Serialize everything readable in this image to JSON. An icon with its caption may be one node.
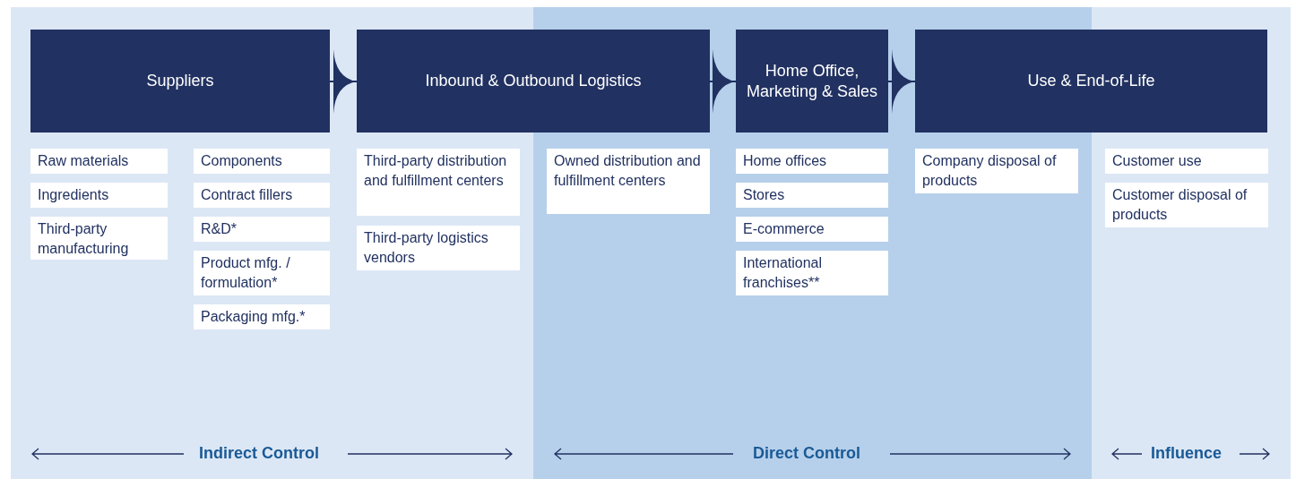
{
  "diagram": {
    "nodes": [
      {
        "text": [
          "Indirect Control"
        ]
      },
      {
        "text": [
          "Direct Control"
        ]
      },
      {
        "text": [
          "Influence"
        ]
      },
      {
        "text": [
          "Suppliers"
        ],
        "in": 0
      },
      {
        "text": [
          "Inbound & Outbound Logistics"
        ]
      },
      {
        "text": [
          "Home Office, Marketing & Sales"
        ],
        "in": 1
      },
      {
        "text": [
          "Use & End-of-Life"
        ]
      },
      {
        "text": [
          "Raw materials"
        ],
        "in": 0
      },
      {
        "text": [
          "Ingredients"
        ],
        "in": 0
      },
      {
        "text": [
          "Third-party manufacturing"
        ],
        "in": 0
      },
      {
        "text": [
          "Components"
        ],
        "in": 0
      },
      {
        "text": [
          "Contract fillers"
        ],
        "in": 0
      },
      {
        "text": [
          "R&D*"
        ],
        "in": 0
      },
      {
        "text": [
          "Product mfg. / formulation*"
        ],
        "in": 0
      },
      {
        "text": [
          "Packaging mfg.*"
        ],
        "in": 0
      },
      {
        "text": [
          "Third-party distribution and fulfillment centers"
        ],
        "in": 0
      },
      {
        "text": [
          "Third-party logistics vendors"
        ],
        "in": 0
      },
      {
        "text": [
          "Owned distribution and fulfillment centers"
        ],
        "in": 1
      },
      {
        "text": [
          "Home offices"
        ],
        "in": 1
      },
      {
        "text": [
          "Stores"
        ],
        "in": 1
      },
      {
        "text": [
          "E-commerce"
        ],
        "in": 1
      },
      {
        "text": [
          "International franchises**"
        ],
        "in": 1
      },
      {
        "text": [
          "Company disposal of products"
        ],
        "in": 1
      },
      {
        "text": [
          "Customer use"
        ],
        "in": 2
      },
      {
        "text": [
          "Customer disposal of products"
        ],
        "in": 2
      }
    ],
    "edges": [
      {
        "from": 3,
        "to": 4,
        "arrow": "to"
      },
      {
        "from": 4,
        "to": 5,
        "arrow": "to"
      },
      {
        "from": 5,
        "to": 6,
        "arrow": "to"
      }
    ]
  }
}
